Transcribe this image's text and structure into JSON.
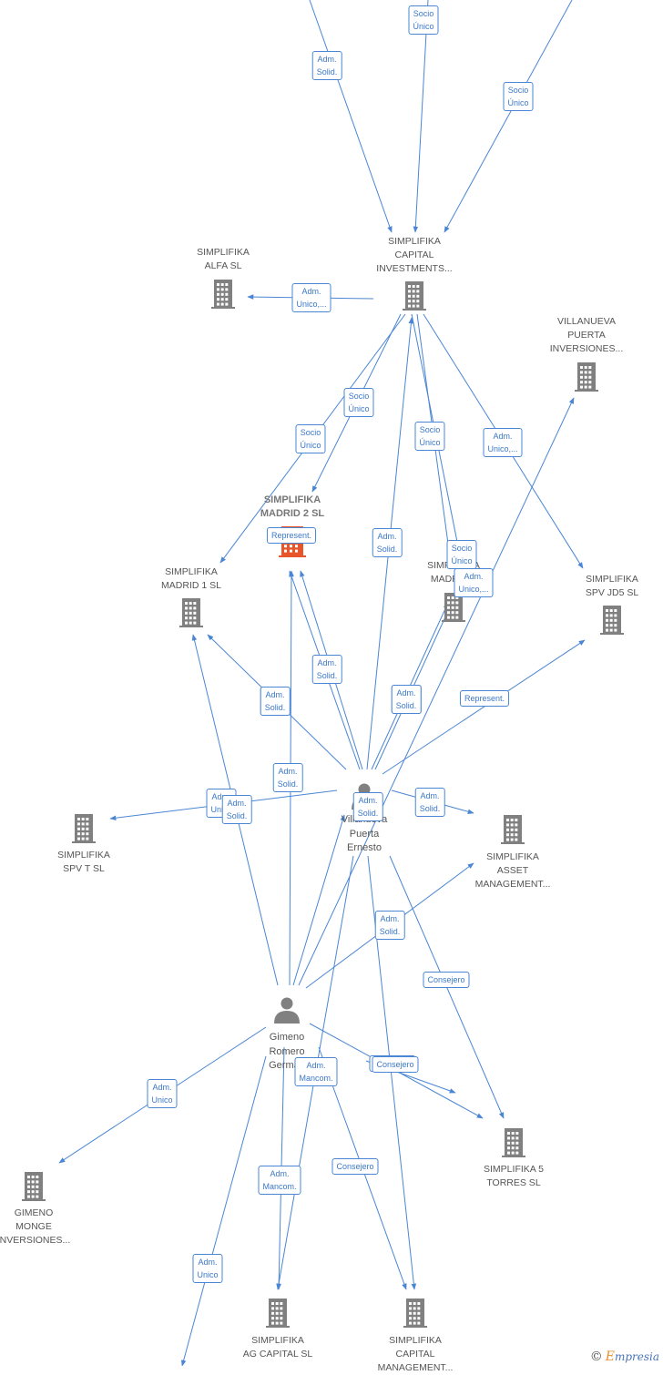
{
  "nodes": [
    {
      "id": "capital_inv",
      "type": "company",
      "lines": [
        "SIMPLIFIKA",
        "CAPITAL",
        "INVESTMENTS..."
      ],
      "color": "#808080"
    },
    {
      "id": "alfa",
      "type": "company",
      "lines": [
        "SIMPLIFIKA",
        "ALFA  SL"
      ],
      "color": "#808080"
    },
    {
      "id": "villanueva_inv",
      "type": "company",
      "lines": [
        "VILLANUEVA",
        "PUERTA",
        "INVERSIONES..."
      ],
      "color": "#808080"
    },
    {
      "id": "madrid2",
      "type": "company",
      "main": true,
      "lines": [
        "SIMPLIFIKA",
        "MADRID 2  SL"
      ],
      "color": "#e8552a"
    },
    {
      "id": "madrid1",
      "type": "company",
      "lines": [
        "SIMPLIFIKA",
        "MADRID 1  SL"
      ],
      "color": "#808080"
    },
    {
      "id": "madrid_x",
      "type": "company",
      "lines": [
        "SIMPLIFIKA",
        "MADRID..."
      ],
      "color": "#808080"
    },
    {
      "id": "spv_jd5",
      "type": "company",
      "lines": [
        "SIMPLIFIKA",
        "SPV JD5  SL"
      ],
      "color": "#808080"
    },
    {
      "id": "spv_t",
      "type": "company",
      "lines": [
        "SIMPLIFIKA",
        "SPV T  SL"
      ],
      "color": "#808080"
    },
    {
      "id": "asset_mgmt",
      "type": "company",
      "lines": [
        "SIMPLIFIKA",
        "ASSET",
        "MANAGEMENT..."
      ],
      "color": "#808080"
    },
    {
      "id": "villanueva_person",
      "type": "person",
      "lines": [
        "Villanueva",
        "Puerta",
        "Ernesto"
      ],
      "color": "#808080"
    },
    {
      "id": "gimeno_person",
      "type": "person",
      "lines": [
        "Gimeno",
        "Romero",
        "German"
      ],
      "color": "#808080"
    },
    {
      "id": "gimeno_monge",
      "type": "company",
      "lines": [
        "GIMENO",
        "MONGE",
        "INVERSIONES..."
      ],
      "color": "#808080"
    },
    {
      "id": "torres5",
      "type": "company",
      "lines": [
        "SIMPLIFIKA 5",
        "TORRES  SL"
      ],
      "color": "#808080"
    },
    {
      "id": "ag_capital",
      "type": "company",
      "lines": [
        "SIMPLIFIKA",
        "AG CAPITAL  SL"
      ],
      "color": "#808080"
    },
    {
      "id": "capital_mgmt",
      "type": "company",
      "lines": [
        "SIMPLIFIKA",
        "CAPITAL",
        "MANAGEMENT..."
      ],
      "color": "#808080"
    }
  ],
  "edges": [
    {
      "id": "e1",
      "from": "top_a",
      "to": "capital_inv",
      "lines": [
        "Adm.",
        "Solid."
      ]
    },
    {
      "id": "e2",
      "from": "top_b",
      "to": "capital_inv",
      "lines": [
        "Socio",
        "Único"
      ]
    },
    {
      "id": "e3",
      "from": "top_c",
      "to": "capital_inv",
      "lines": [
        "Socio",
        "Único"
      ]
    },
    {
      "id": "e4",
      "from": "capital_inv",
      "to": "alfa",
      "lines": [
        "Adm.",
        "Unico,..."
      ]
    },
    {
      "id": "e5",
      "from": "capital_inv",
      "to": "madrid2",
      "lines": [
        "Socio",
        "Único"
      ]
    },
    {
      "id": "e6",
      "from": "capital_inv",
      "to": "madrid1",
      "lines": [
        "Socio",
        "Único"
      ]
    },
    {
      "id": "e7",
      "from": "capital_inv",
      "to": "madrid_x",
      "lines": [
        "Socio",
        "Único"
      ]
    },
    {
      "id": "e8",
      "from": "capital_inv",
      "to": "spv_jd5",
      "lines": [
        "Adm.",
        "Unico,..."
      ]
    },
    {
      "id": "e9",
      "from": "capital_inv",
      "to": "madrid_x",
      "lines": [
        "Socio",
        "Único"
      ]
    },
    {
      "id": "e10",
      "from": "villanueva_person",
      "to": "capital_inv",
      "lines": [
        "Adm.",
        "Solid."
      ]
    },
    {
      "id": "e11",
      "from": "villanueva_person",
      "to": "madrid_x",
      "lines": [
        "Adm.",
        "Unico,..."
      ]
    },
    {
      "id": "e12",
      "from": "villanueva_person",
      "to": "madrid2",
      "lines": [
        "Represent."
      ]
    },
    {
      "id": "e13",
      "from": "villanueva_person",
      "to": "madrid2",
      "lines": [
        "Adm.",
        "Solid."
      ]
    },
    {
      "id": "e14",
      "from": "villanueva_person",
      "to": "madrid1",
      "lines": [
        "Adm.",
        "Solid."
      ]
    },
    {
      "id": "e15",
      "from": "villanueva_person",
      "to": "madrid_x",
      "lines": [
        "Adm.",
        "Solid."
      ]
    },
    {
      "id": "e16",
      "from": "villanueva_person",
      "to": "spv_jd5",
      "lines": [
        "Represent."
      ]
    },
    {
      "id": "e17",
      "from": "villanueva_person",
      "to": "asset_mgmt",
      "lines": [
        "Adm.",
        "Solid."
      ]
    },
    {
      "id": "e18",
      "from": "villanueva_person",
      "to": "spv_t",
      "lines": [
        "Adm.",
        "Unico"
      ]
    },
    {
      "id": "e19",
      "from": "villanueva_person",
      "to": "torres5",
      "lines": [
        "Consejero"
      ]
    },
    {
      "id": "e20",
      "from": "villanueva_person",
      "to": "capital_mgmt",
      "lines": [
        "Adm.",
        "Solid."
      ]
    },
    {
      "id": "e21",
      "from": "gimeno_person",
      "to": "madrid2",
      "lines": [
        "Adm.",
        "Solid."
      ]
    },
    {
      "id": "e22",
      "from": "gimeno_person",
      "to": "madrid1",
      "lines": [
        "Adm.",
        "Solid."
      ]
    },
    {
      "id": "e23",
      "from": "gimeno_person",
      "to": "spv_t",
      "lines": [
        "Adm.",
        "Solid."
      ]
    },
    {
      "id": "e24",
      "from": "gimeno_person",
      "to": "asset_mgmt",
      "lines": [
        "Adm.",
        "Solid."
      ]
    },
    {
      "id": "e25",
      "from": "gimeno_person",
      "to": "villanueva_inv",
      "lines": [
        "Adm.",
        "Solid."
      ]
    },
    {
      "id": "e26",
      "from": "gimeno_person",
      "to": "gimeno_monge",
      "lines": [
        "Adm.",
        "Unico"
      ]
    },
    {
      "id": "e27",
      "from": "gimeno_person",
      "to": "torres5",
      "lines": [
        "Consejero"
      ]
    },
    {
      "id": "e28",
      "from": "gimeno_person",
      "to": "ag_capital",
      "lines": [
        "Adm.",
        "Mancom."
      ]
    },
    {
      "id": "e29",
      "from": "gimeno_person",
      "to": "capital_mgmt",
      "lines": [
        "Consejero"
      ]
    },
    {
      "id": "e30",
      "from": "villanueva_person",
      "to": "ag_capital",
      "lines": [
        "Adm.",
        "Mancom."
      ]
    },
    {
      "id": "e31",
      "from": "gimeno_person",
      "to": "bottom_a",
      "lines": [
        "Adm.",
        "Unico"
      ]
    },
    {
      "id": "e32",
      "from": "villanueva_person",
      "to": "torres5",
      "lines": [
        "Consejero"
      ]
    }
  ],
  "brand": {
    "copyright": "©",
    "name": "mpresia",
    "initial": "E"
  }
}
